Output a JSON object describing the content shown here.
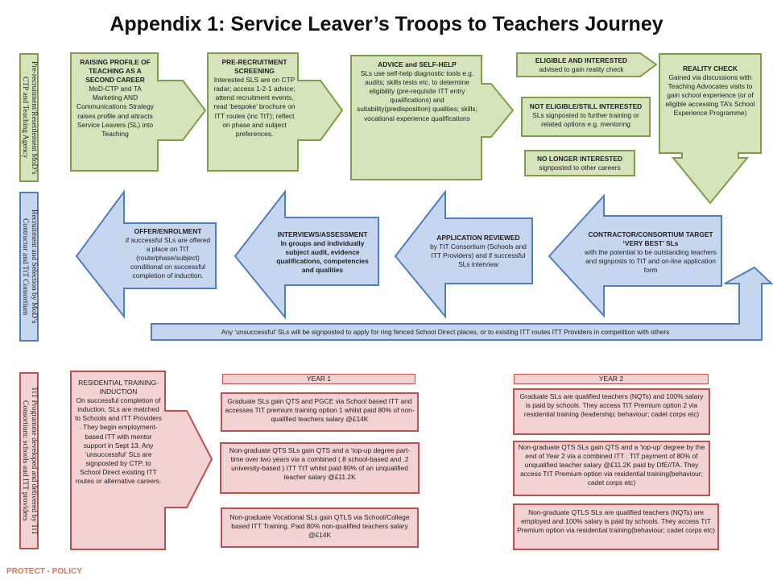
{
  "title": "Appendix 1: Service Leaver’s Troops to Teachers Journey",
  "footer": "PROTECT - POLICY",
  "lanes": {
    "lane1": "Pre-recruitment/Resettlement MoD’s CTP and Teaching Agency",
    "lane2": "Recruitment and Selection by MoD’s Contractor and TtT Consortium",
    "lane3": "TtT Programme developed and delivered by TtT Consortium: schools and ITT providers"
  },
  "row1": {
    "raising": {
      "heading": "RAISING PROFILE OF TEACHING AS A SECOND CAREER",
      "body": "MoD-CTP and TA Marketing AND Communications Strategy raises profile and attracts Service Leavers (SL) into Teaching"
    },
    "screening": {
      "heading": "PRE-RECRUITMENT SCREENING",
      "body": "Interested SLS are on CTP radar; access 1-2-1 advice; attend recruitment events, read ‘bespoke’ brochure on ITT routes (inc TtT); reflect on phase and subject preferences."
    },
    "advice": {
      "heading": "ADVICE and SELF-HELP",
      "body": "SLs use self-help diagnostic tools e.g. audits; skills tests etc. to determine eligibility (pre-requisite ITT entry qualifications) and suitability(predisposition) qualities; skills; vocational experience qualifications"
    },
    "eligible": {
      "heading": "ELIGIBLE AND INTERESTED",
      "body": "advised to gain reality check"
    },
    "not_eligible": {
      "heading": "NOT ELIGIBLE/STILL INTERESTED",
      "body": "SLs signposted to further training or related options e.g. mentoring"
    },
    "no_longer": {
      "heading": "NO LONGER INTERESTED",
      "body": "signposted to other careers"
    },
    "reality": {
      "heading": "REALITY CHECK",
      "body": "Gained via discussions with Teaching Advocates visits to gain school experience (or of eligible accessing TA’s School Experience Programme)"
    }
  },
  "row2": {
    "offer": {
      "heading": "OFFER/ENROLMENT",
      "body": "if successful SLs are offered a place on TtT (route/phase/subject) conditional on successful completion of induction."
    },
    "interviews": {
      "heading": "INTERVIEWS/ASSESSMENT",
      "body": "In groups and individually subject audit, evidence qualifications, competencies and qualities"
    },
    "application": {
      "heading": "APPLICATION REVIEWED",
      "body": "by TtT Consortium (Schools and ITT Providers) and if successful SLs interview"
    },
    "contractor": {
      "heading": "CONTRACTOR/CONSORTIUM TARGET ‘VERY BEST’ SLs",
      "body": "with the potential to be outstanding teachers and signposts to TtT and on-line application form"
    },
    "unsuccessful": "Any ‘unsuccessful’ SLs will be signposted to apply for ring fenced School Direct places, or to existing ITT routes ITT Providers in competition with others"
  },
  "row3": {
    "residential": {
      "heading": "RESIDENTIAL TRAINING-INDUCTION",
      "body": "On successful completion of induction, SLs are matched to Schools and ITT Providers . They begin employment-based ITT with mentor support in Sept 13. Any ‘unsuccessful’ SLs are signposted by CTP, to School Direct existing ITT routes or alternative careers."
    },
    "year1": {
      "label": "YEAR 1",
      "items": [
        "Graduate SLs gain QTS and PGCE via School based ITT and accesses TtT premium training option 1 whilst paid 80% of non-qualified teachers salary @£14K",
        "Non-graduate QTS SLs gain QTS and a ‘top-up degree part-time over two years via a combined (.8 school-based and .2 university-based ) ITT TtT whilst paid 80% of an unqualified teacher salary @£11.2K",
        "Non-graduate Vocational SLs gain QTLS via School/College based ITT Training. Paid 80% non-qualified teachers salary @£14K"
      ]
    },
    "year2": {
      "label": "YEAR 2",
      "items": [
        "Graduate SLs are qualified teachers (NQTs) and 100% salary is paid by schools. They access TtT Premium option 2 via residential training (leadership; behaviour; cadet corps etc)",
        "Non-graduate QTS SLs gain QTS and a ‘top-up’ degree by the end of Year 2 via a combined ITT . TtT payment of 80% of unqualified teacher salary @£11.2K paid by DfE//TA. They access TtT Premium option via residential training(behaviour; cadet corps etc)",
        "Non-graduate QTLS SLs are qualified teachers (NQTs) are employed and 100% salary is paid by schools. They access TtT Premium option via residential training(behaviour; cadet corps etc)"
      ]
    }
  },
  "colors": {
    "green_fill": "#d6e4bc",
    "green_stroke": "#7f9d4b",
    "blue_fill": "#c6d6ee",
    "blue_stroke": "#4f7fc0",
    "red_fill": "#f2d2d2",
    "red_stroke": "#c0504d"
  }
}
